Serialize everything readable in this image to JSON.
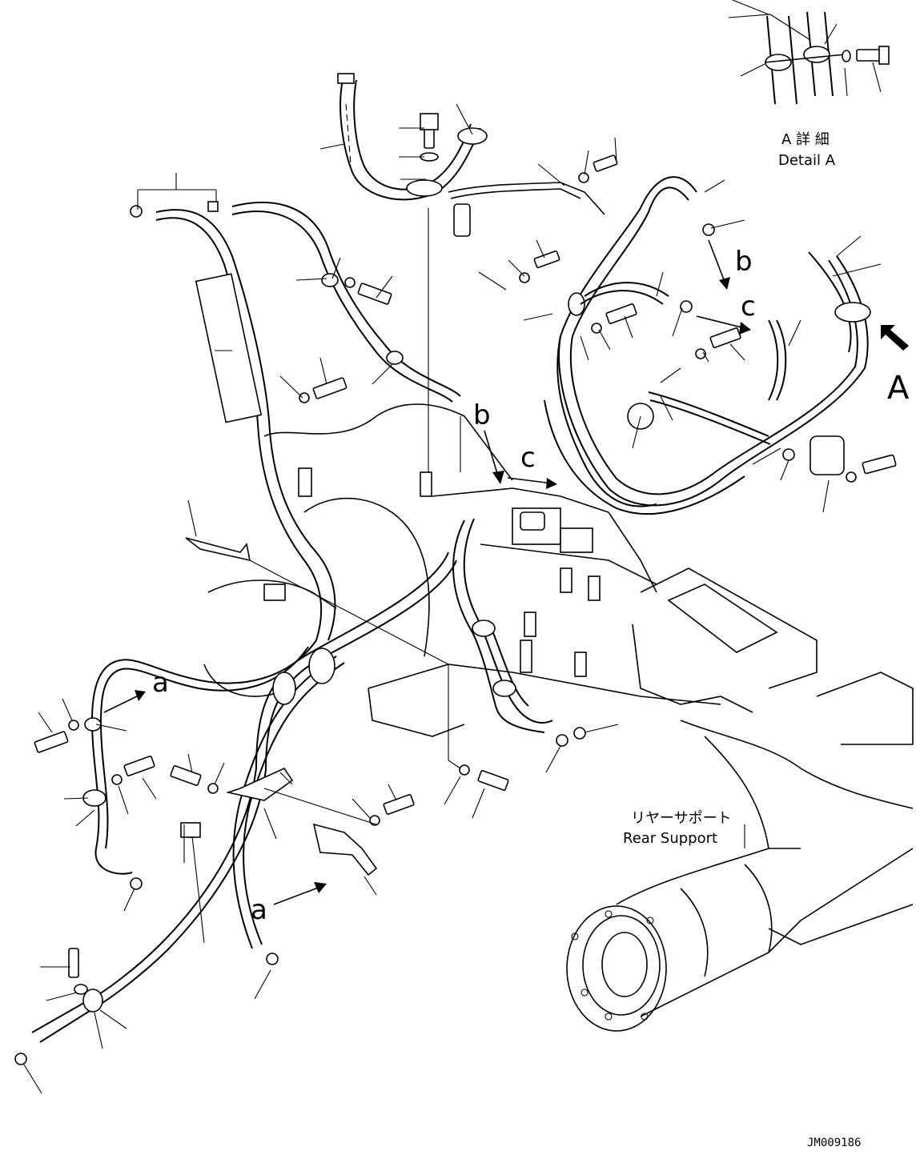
{
  "detail_a": {
    "title_jp": "A 詳 細",
    "title_en": "Detail A"
  },
  "rear_support": {
    "label_jp": "リヤーサポート",
    "label_en": "Rear Support"
  },
  "view_arrow_label": "A",
  "markers": {
    "b": "b",
    "c": "c",
    "a": "a"
  },
  "drawing_number": "JM009186"
}
